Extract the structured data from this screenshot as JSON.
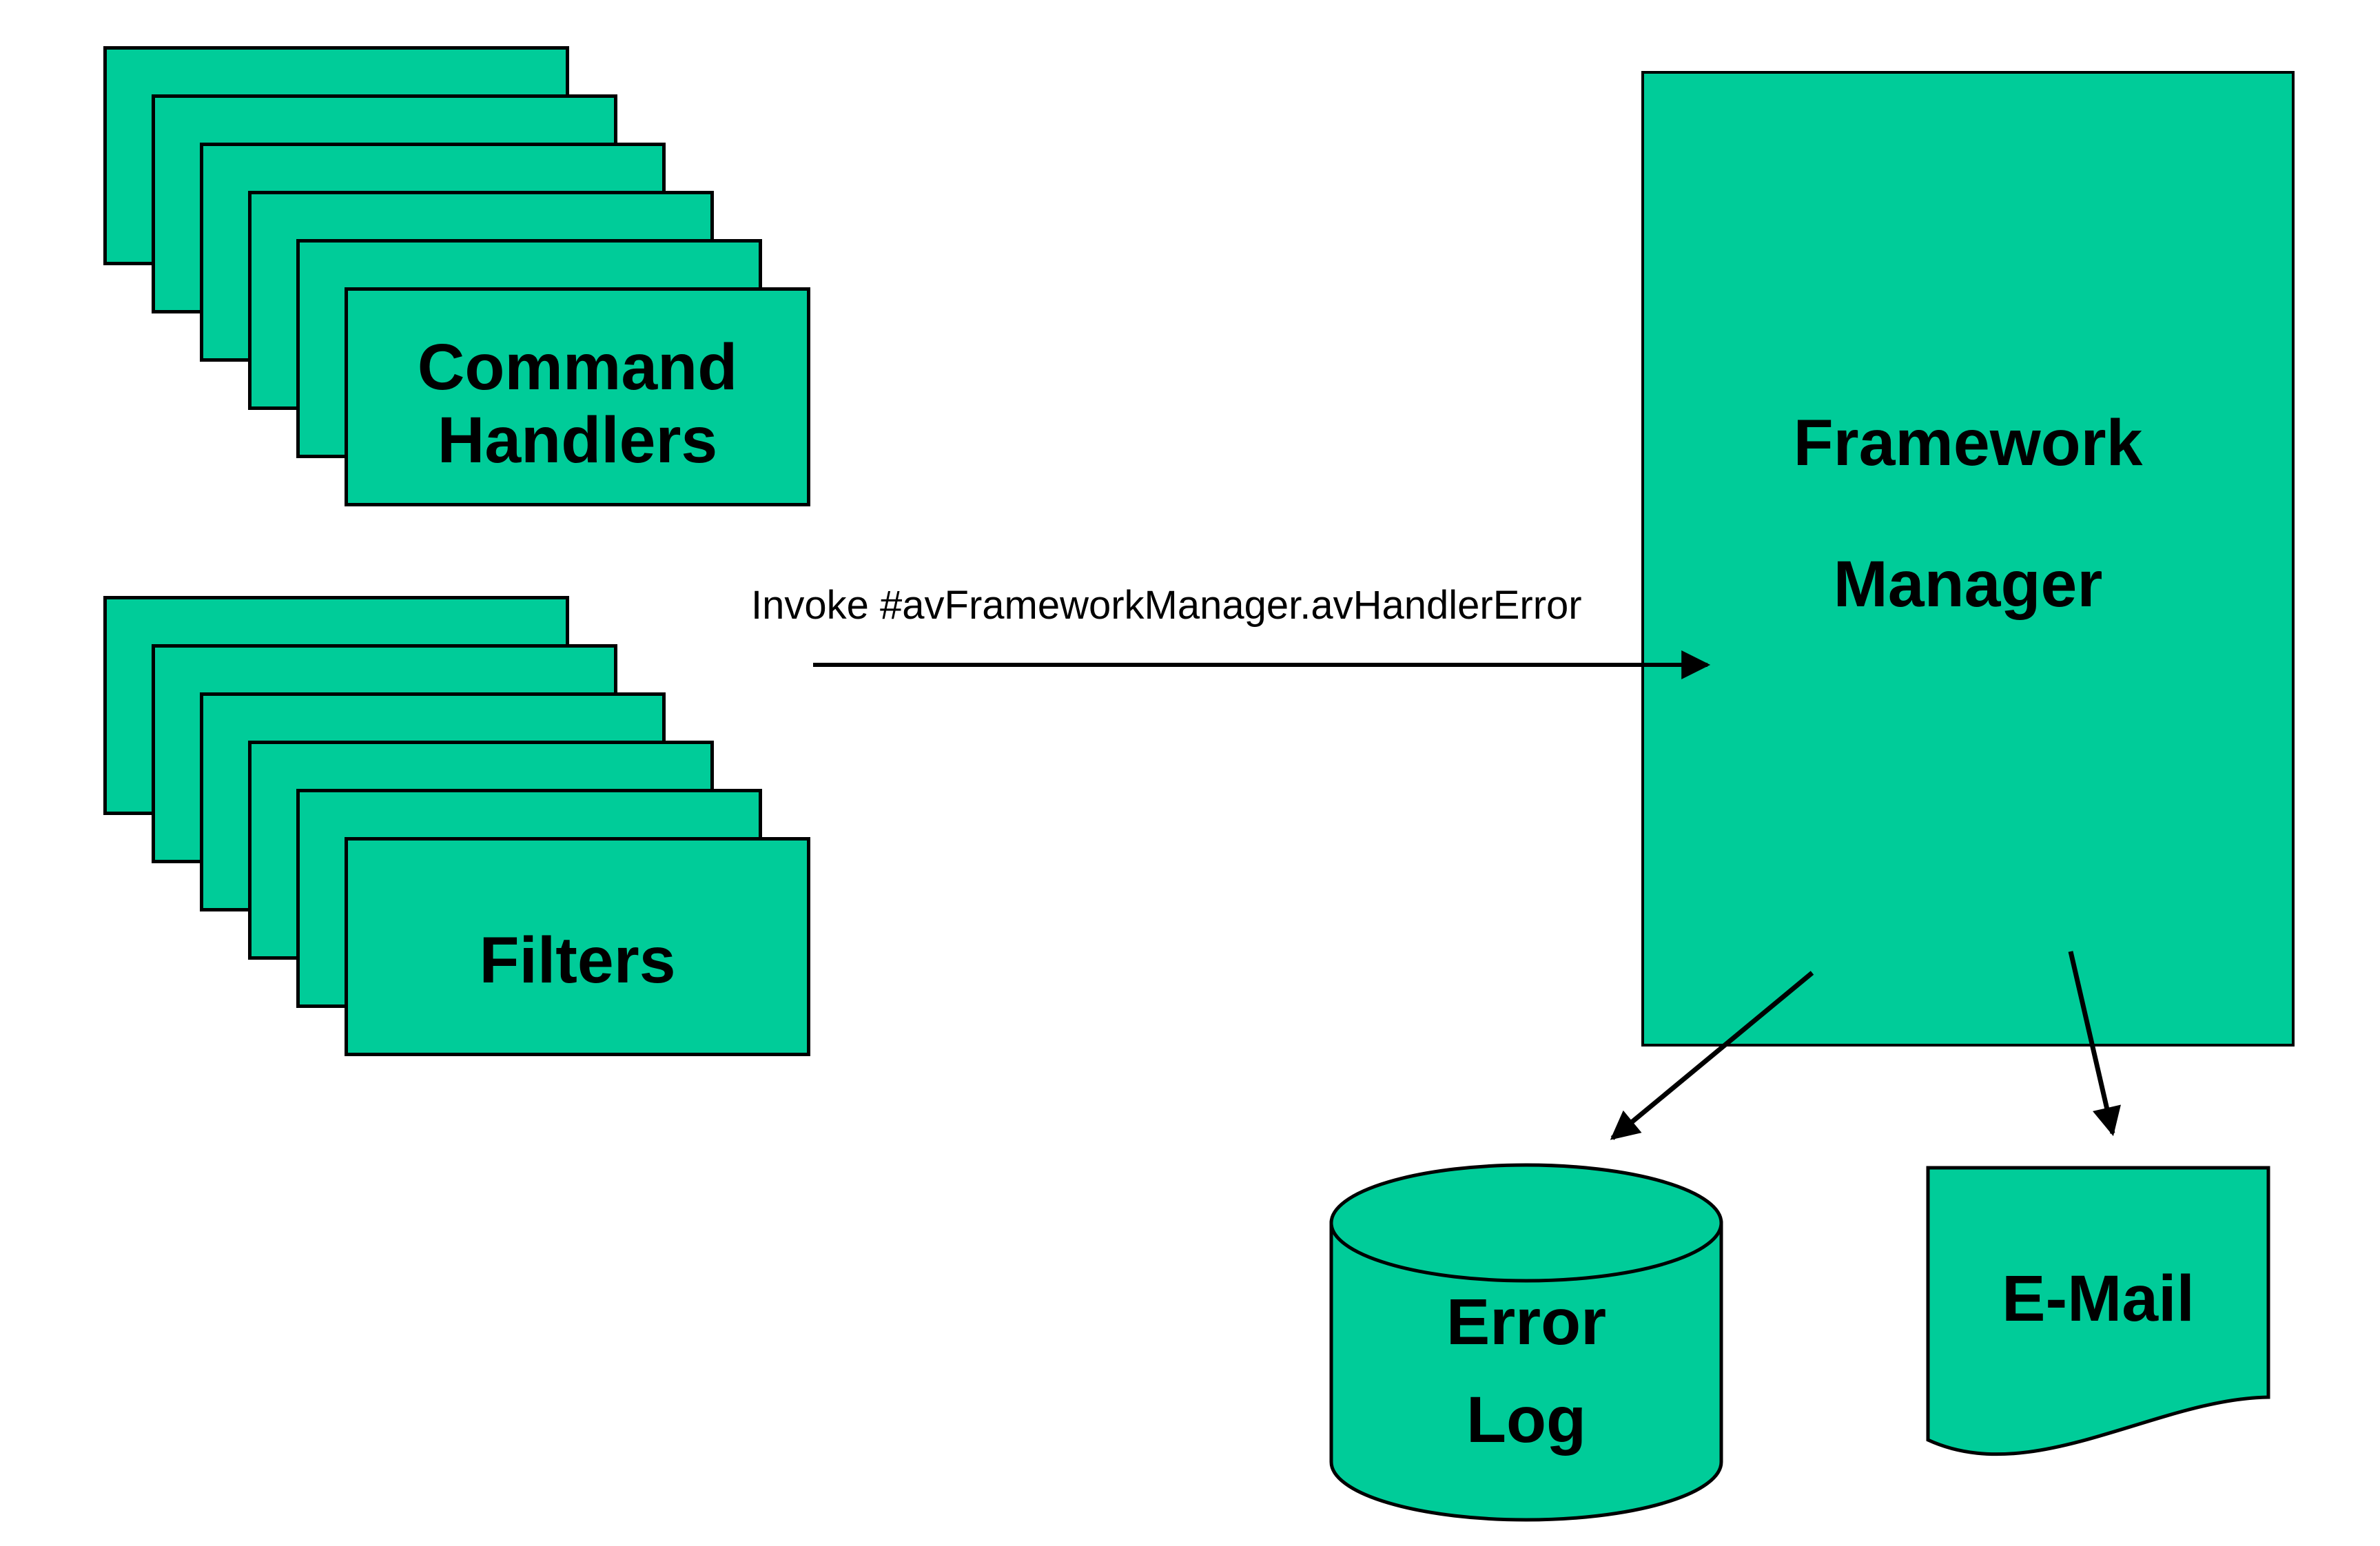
{
  "colors": {
    "shape_fill": "#00CC99",
    "outline": "#000000",
    "background": "#FFFFFF",
    "text": "#000000"
  },
  "nodes": {
    "command_handlers": {
      "line1": "Command",
      "line2": "Handlers"
    },
    "filters": {
      "label": "Filters"
    },
    "framework_manager": {
      "line1": "Framework",
      "line2": "Manager"
    },
    "error_log": {
      "line1": "Error",
      "line2": "Log"
    },
    "email": {
      "label": "E-Mail"
    }
  },
  "edges": {
    "invoke_label": "Invoke #avFrameworkManager.avHandlerError"
  }
}
